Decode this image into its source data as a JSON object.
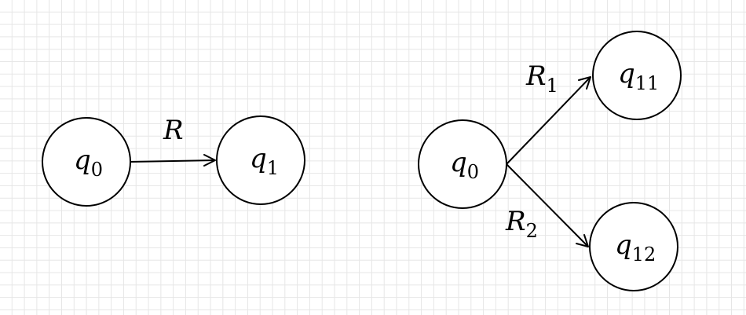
{
  "states": {
    "left_q0": {
      "base": "q",
      "sub": "0"
    },
    "left_q1": {
      "base": "q",
      "sub": "1"
    },
    "right_q0": {
      "base": "q",
      "sub": "0"
    },
    "q11": {
      "base": "q",
      "sub": "11"
    },
    "q12": {
      "base": "q",
      "sub": "12"
    }
  },
  "transitions": {
    "R": {
      "base": "R",
      "sub": ""
    },
    "R1": {
      "base": "R",
      "sub": "1"
    },
    "R2": {
      "base": "R",
      "sub": "2"
    }
  },
  "colors": {
    "stroke": "#000000",
    "fill": "#ffffff",
    "grid": "#e6e6e6"
  }
}
